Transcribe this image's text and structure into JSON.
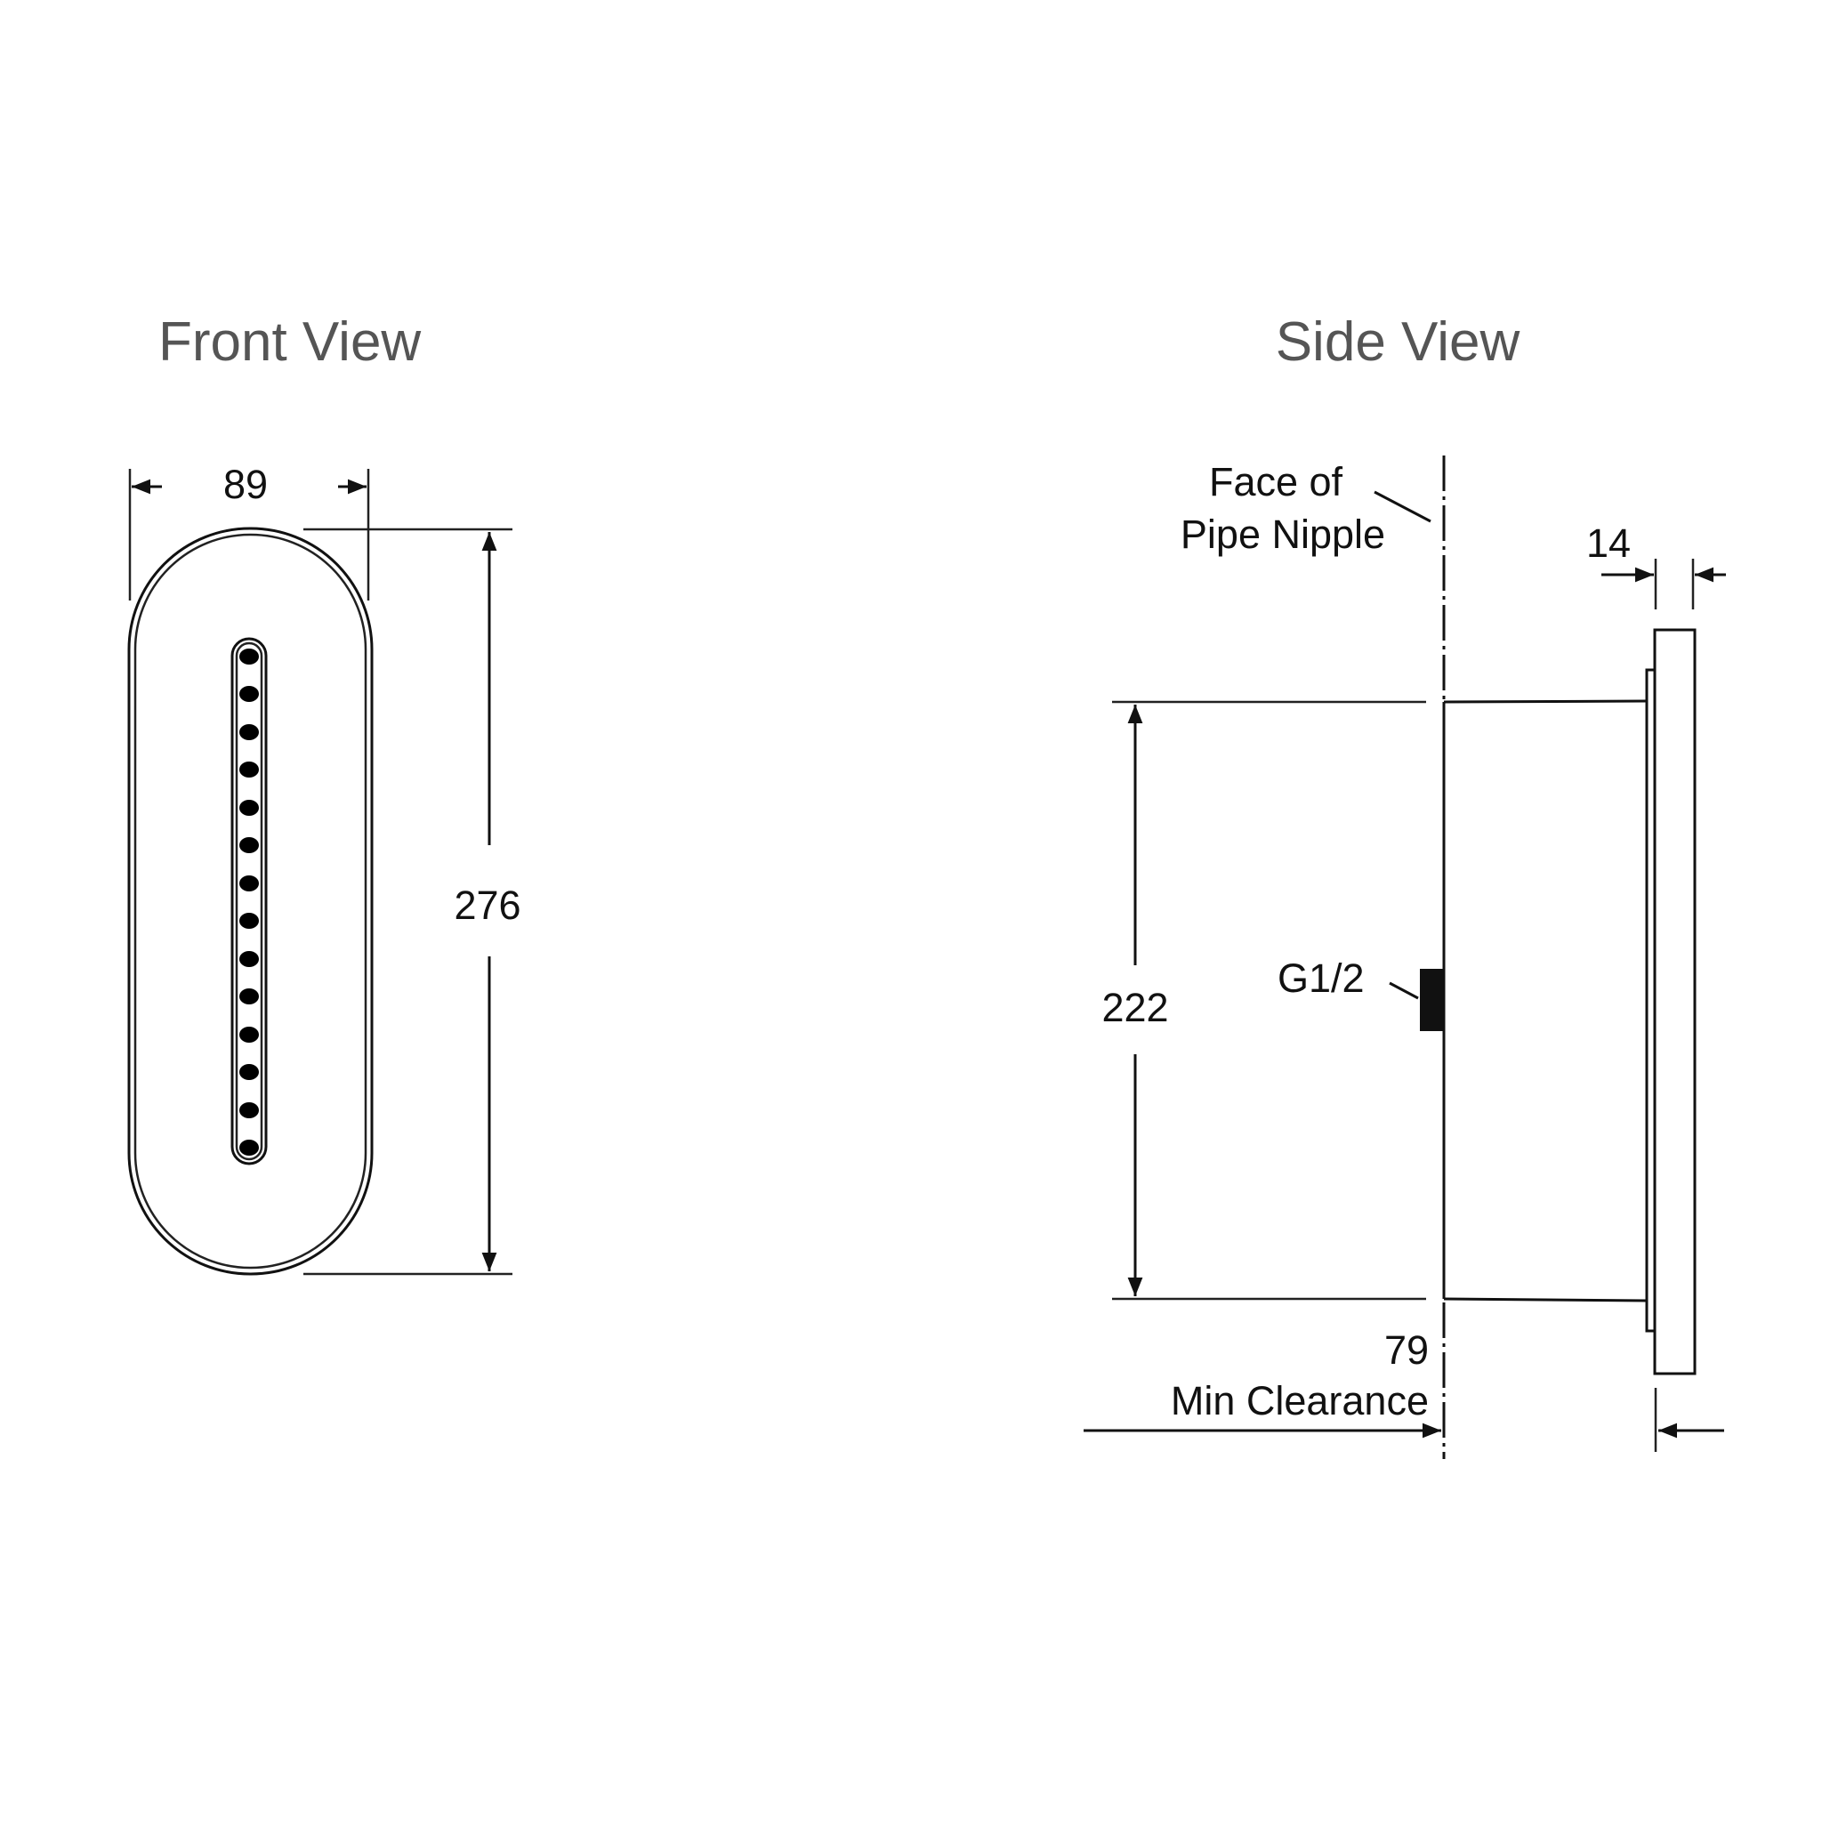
{
  "front_view": {
    "title": "Front View",
    "width_dimension": "89",
    "height_dimension": "276",
    "nozzle_count": 14
  },
  "side_view": {
    "title": "Side View",
    "reference_label_line1": "Face of",
    "reference_label_line2": "Pipe Nipple",
    "plate_thickness_dimension": "14",
    "body_height_dimension": "222",
    "connection_label": "G1/2",
    "clearance_value": "79",
    "clearance_label": "Min Clearance"
  },
  "colors": {
    "line": "#111111",
    "title_text": "#555555",
    "background": "#ffffff"
  }
}
